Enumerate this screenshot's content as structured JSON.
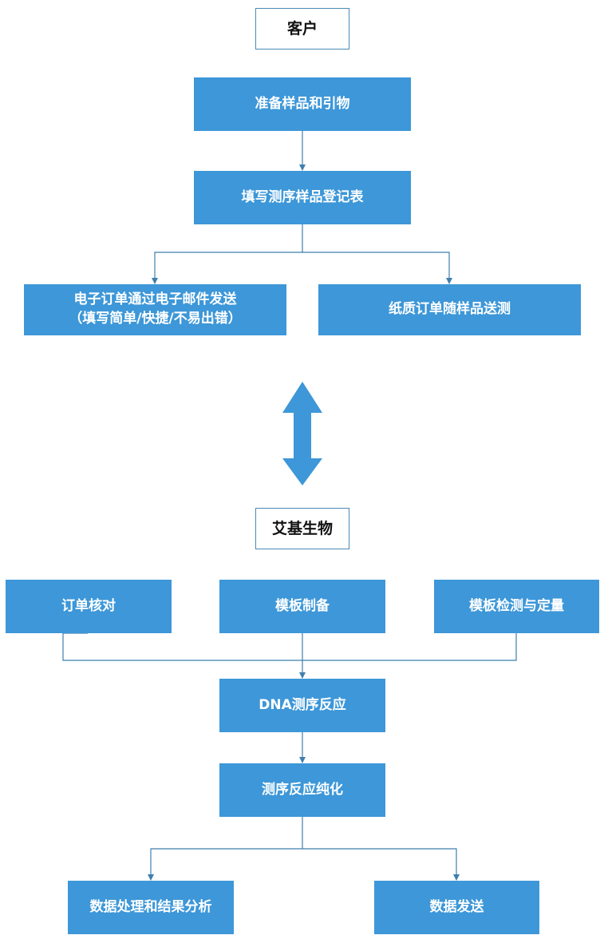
{
  "colors": {
    "box_fill": "#3d97d8",
    "box_text": "#ffffff",
    "connector": "#3f7fae",
    "double_arrow": "#3d97d8",
    "outline_border": "#4a8ab6"
  },
  "customer_section": {
    "header": "客户",
    "prepare": "准备样品和引物",
    "fill_form": "填写测序样品登记表",
    "electronic_line1": "电子订单通过电子邮件发送",
    "electronic_line2": "（填写简单/快捷/不易出错）",
    "paper": "纸质订单随样品送测"
  },
  "company_section": {
    "header": "艾基生物",
    "order_check": "订单核对",
    "template_prep": "模板制备",
    "template_qc": "模板检测与定量",
    "dna_reaction": "DNA测序反应",
    "purification": "测序反应纯化",
    "data_analysis": "数据处理和结果分析",
    "data_send": "数据发送"
  }
}
